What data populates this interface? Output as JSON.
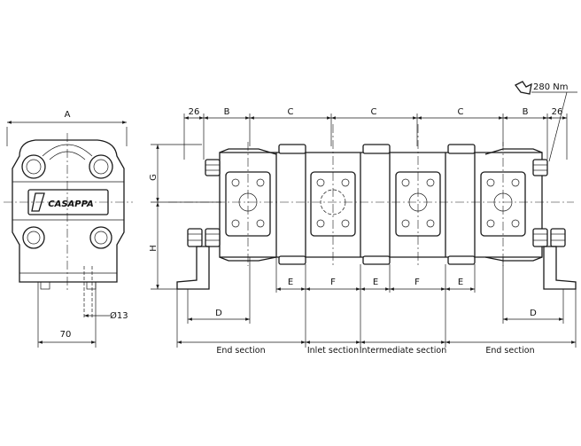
{
  "dimensions": {
    "A": "A",
    "B": "B",
    "C": "C",
    "D": "D",
    "E": "E",
    "F": "F",
    "G": "G",
    "H": "H",
    "side_offset": "26",
    "hole_diameter": "Ø13",
    "base_width": "70"
  },
  "torque": "280 Nm",
  "brand": "CASAPPA",
  "sections": {
    "end_left": "End section",
    "inlet": "Inlet section",
    "intermediate": "Intermediate section",
    "end_right": "End section"
  }
}
